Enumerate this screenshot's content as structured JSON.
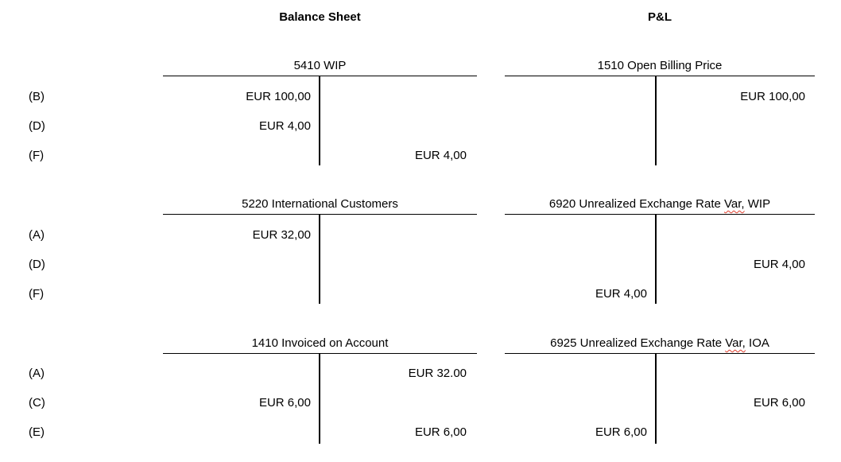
{
  "headers": {
    "balance_sheet": "Balance Sheet",
    "pnl": "P&L"
  },
  "colors": {
    "text": "#000000",
    "line": "#000000",
    "spellcheck_squiggle": "#e03e2d",
    "background": "#ffffff"
  },
  "bands": [
    {
      "row_labels": [
        "(B)",
        "(D)",
        "(F)"
      ],
      "left": {
        "title": "5410 WIP",
        "rows": [
          {
            "debit": "EUR 100,00"
          },
          {
            "debit": "EUR 4,00"
          },
          {
            "credit": "EUR 4,00"
          }
        ]
      },
      "right": {
        "title": "1510 Open Billing Price",
        "rows": [
          {
            "credit": "EUR 100,00"
          },
          {},
          {}
        ]
      }
    },
    {
      "row_labels": [
        "(A)",
        "(D)",
        "(F)"
      ],
      "left": {
        "title": "5220 International Customers",
        "rows": [
          {
            "debit": "EUR 32,00"
          },
          {},
          {}
        ]
      },
      "right": {
        "title": "6920 Unrealized Exchange Rate Var, WIP",
        "title_parts": [
          "6920 Unrealized Exchange Rate ",
          "Var,",
          " WIP"
        ],
        "rows": [
          {},
          {
            "credit": "EUR 4,00"
          },
          {
            "debit": "EUR 4,00"
          }
        ]
      }
    },
    {
      "row_labels": [
        "(A)",
        "(C)",
        "(E)"
      ],
      "left": {
        "title": "1410 Invoiced on Account",
        "rows": [
          {
            "credit": "EUR 32.00"
          },
          {
            "debit": "EUR 6,00"
          },
          {
            "credit": "EUR 6,00"
          }
        ]
      },
      "right": {
        "title": "6925 Unrealized Exchange Rate Var, IOA",
        "title_parts": [
          "6925 Unrealized Exchange Rate ",
          "Var,",
          " IOA"
        ],
        "rows": [
          {},
          {
            "credit": "EUR 6,00"
          },
          {
            "debit": "EUR 6,00"
          }
        ]
      }
    }
  ]
}
